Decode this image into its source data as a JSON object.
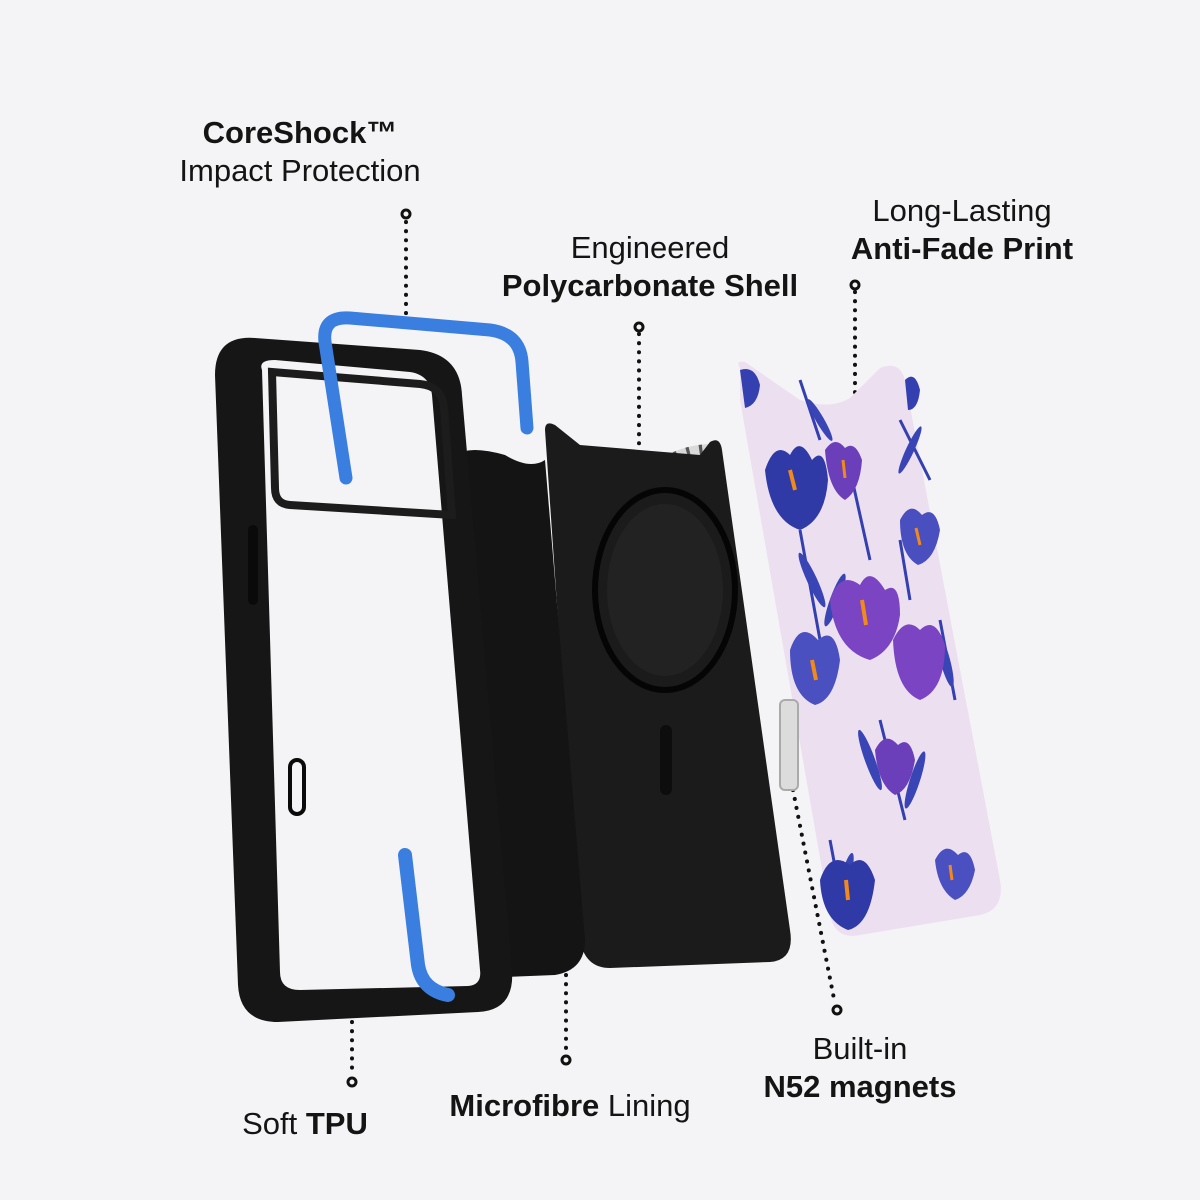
{
  "diagram": {
    "type": "exploded-product-view",
    "subject": "Phone case layers",
    "background_color": "#f4f4f6",
    "accent_blue": "#3a7fe0",
    "print_background": "#ece0f0",
    "flower_colors": [
      "#2e3aa8",
      "#6a3db8",
      "#f28a1a"
    ]
  },
  "callouts": {
    "coreshock": {
      "bold": "CoreShock™",
      "regular": "Impact Protection"
    },
    "polycarbonate": {
      "regular": "Engineered",
      "bold": "Polycarbonate Shell"
    },
    "antifade": {
      "regular": "Long-Lasting",
      "bold": "Anti-Fade Print"
    },
    "tpu": {
      "regular": "Soft ",
      "bold": "TPU"
    },
    "microfibre": {
      "bold": "Microfibre",
      "regular": " Lining"
    },
    "magnets": {
      "regular": "Built-in",
      "bold": "N52 magnets"
    }
  }
}
